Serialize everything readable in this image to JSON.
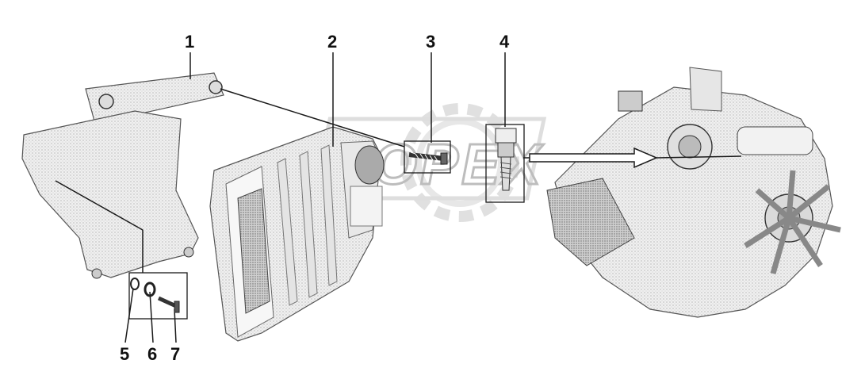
{
  "callouts": {
    "c1": "1",
    "c2": "2",
    "c3": "3",
    "c4": "4",
    "c5": "5",
    "c6": "6",
    "c7": "7"
  },
  "watermark": "OPEX",
  "colors": {
    "ink": "#1a1a1a",
    "shade": "#d9d9d9",
    "light": "#eeeeee",
    "watermark": "#c8c8c8"
  }
}
